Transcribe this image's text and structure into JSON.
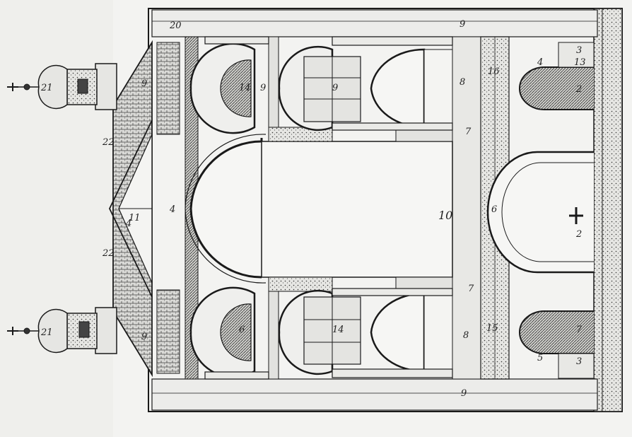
{
  "labels": {
    "l1": "9",
    "l2": "9",
    "l3": "14",
    "l4": "9",
    "l5": "8",
    "l6": "7",
    "l7": "16",
    "l8": "2",
    "l9": "6",
    "l10": "10",
    "l11": "7",
    "l12": "8",
    "l13": "15",
    "l14": "14",
    "l15": "6",
    "l16": "9",
    "l17": "9",
    "l18": "4",
    "l19": "4",
    "l20": "22",
    "l21": "22",
    "l22": "21",
    "l23": "21",
    "l24": "11",
    "l25": "20",
    "l26": "13",
    "l27": "4",
    "l28": "5",
    "l29": "7",
    "l30": "2",
    "l31": "3",
    "l32": "3",
    "l33": "9"
  }
}
